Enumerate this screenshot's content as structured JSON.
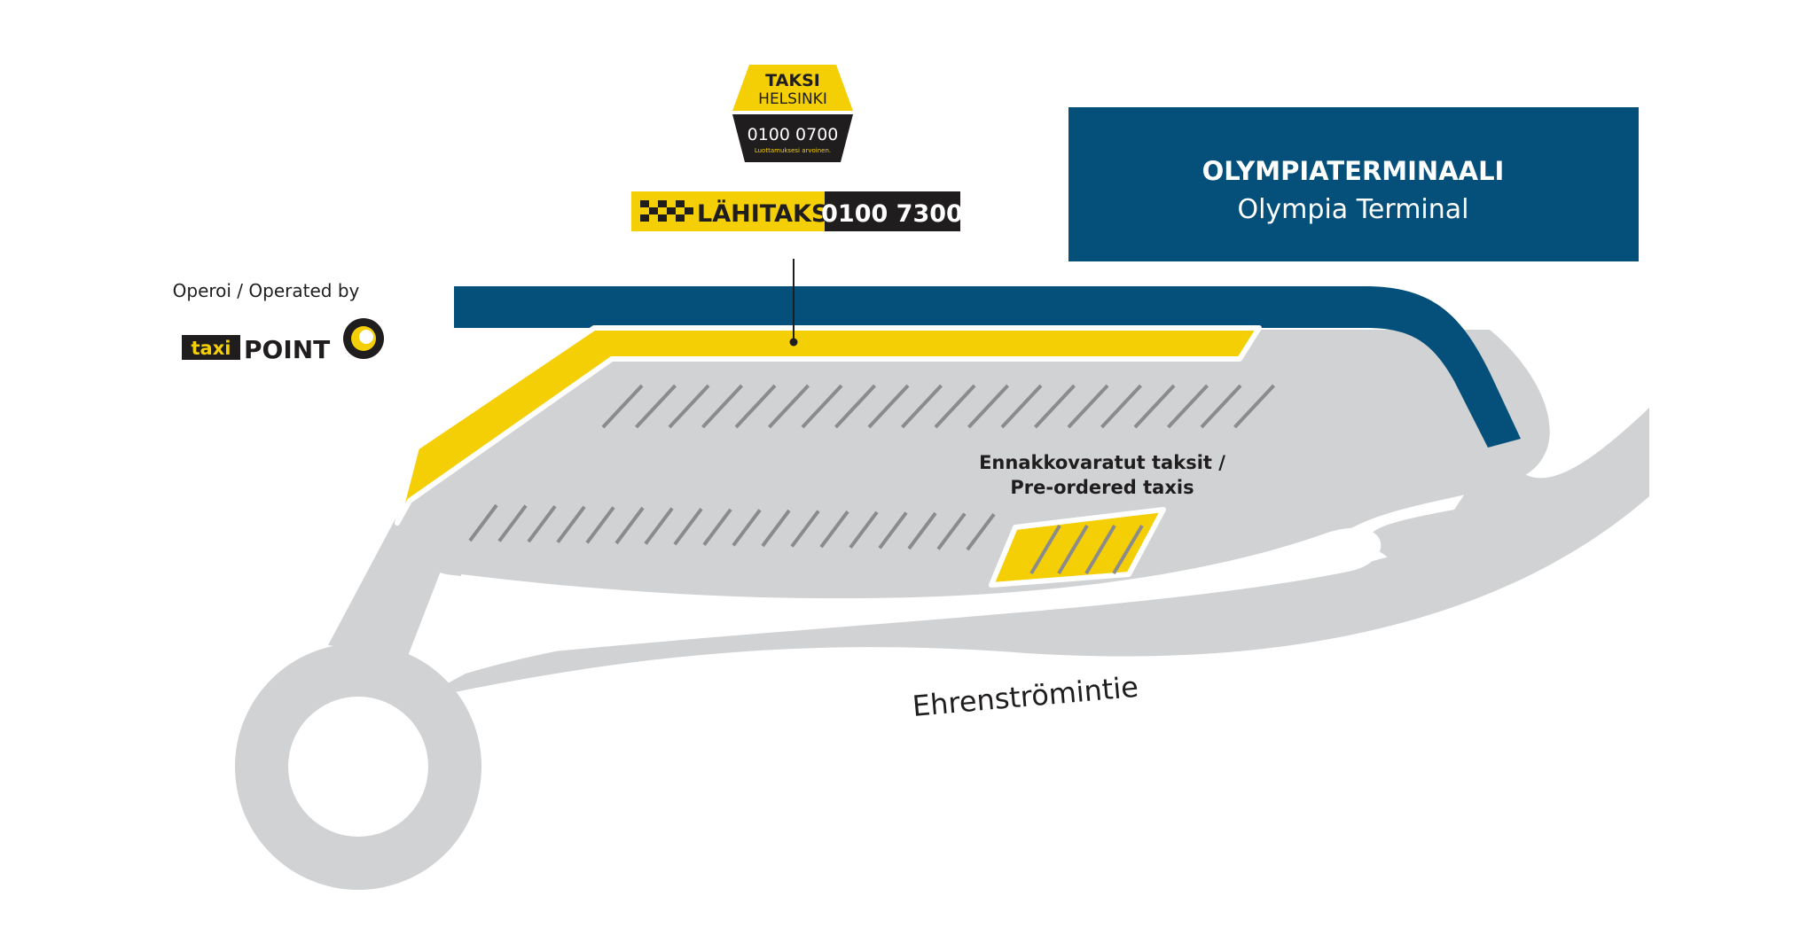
{
  "terminal": {
    "name_fi": "OLYMPIATERMINAALI",
    "name_en": "Olympia Terminal"
  },
  "operator": {
    "caption": "Operoi / Operated by",
    "logo_word_1": "taxi",
    "logo_word_2": "POINT"
  },
  "taksi_helsinki": {
    "line1": "TAKSI",
    "line2": "HELSINKI",
    "phone": "0100 0700",
    "slogan": "Luottamuksesi arvoinen."
  },
  "lahitaksi": {
    "name": "LÄHITAKSI",
    "phone": "0100 7300"
  },
  "preorder": {
    "label_fi": "Ennakkovaratut taksit /",
    "label_en": "Pre-ordered taxis"
  },
  "street": {
    "name": "Ehrenströmintie"
  },
  "colors": {
    "road": "#d1d2d4",
    "terminal_blue": "#05507a",
    "taxi_yellow": "#f5cf06",
    "stripe": "#8b8b8b",
    "dark": "#1f1d1d"
  }
}
